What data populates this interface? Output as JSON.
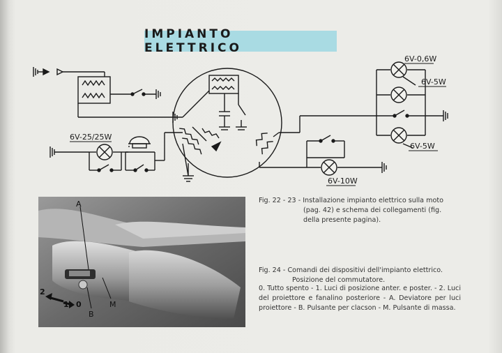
{
  "title": "IMPIANTO ELETTRICO",
  "schematic": {
    "labels": {
      "lamp_top": "6V-0,6W",
      "lamp_mid": "6V-5W",
      "lamp_bottom": "6V-5W",
      "headlamp": "6V-25/25W",
      "lamp_lower": "6V-10W"
    }
  },
  "captions": {
    "fig22_line1": "Fig. 22 - 23 - Installazione impianto elettrico sulla moto",
    "fig22_line2": "(pag. 42) e schema dei collegamenti (fig.",
    "fig22_line3": "della presente pagina).",
    "fig24_line1": "Fig. 24 - Comandi dei dispositivi dell'impianto elettrico.",
    "fig24_line2": "Posizione del commutatore.",
    "legend": "0. Tutto spento - 1. Luci di posizione anter. e poster. - 2. Luci del proiettore e fanalino posteriore - A. Deviatore per luci proiettore - B. Pulsante per clacson - M. Pulsante di massa."
  },
  "photo_labels": {
    "a": "A",
    "b": "B",
    "m": "M",
    "pos2": "2",
    "pos1": "1",
    "pos0": "0"
  }
}
